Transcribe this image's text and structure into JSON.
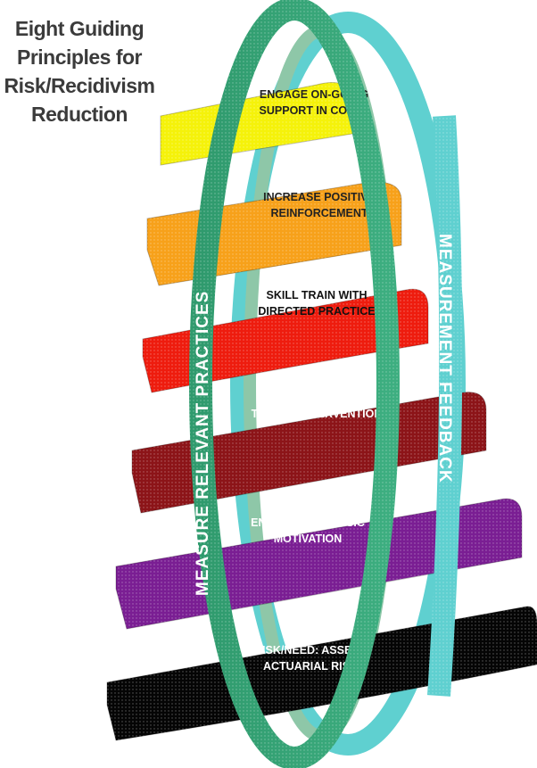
{
  "title": {
    "line1": "Eight Guiding",
    "line2": "Principles for",
    "line3": "Risk/Recidivism",
    "line4": "Reduction"
  },
  "ring_labels": {
    "left": "MEASURE RELEVANT PRACTICES",
    "right": "MEASUREMENT FEEDBACK"
  },
  "bands": [
    {
      "line1": "ENGAGE ON-GOING",
      "line2": "SUPPORT IN COMM.",
      "color": "#f5f20a",
      "text_color": "#222222"
    },
    {
      "line1": "INCREASE POSITIVE",
      "line2": "REINFORCEMENT",
      "color": "#f7a11a",
      "text_color": "#222222"
    },
    {
      "line1": "SKILL TRAIN WITH",
      "line2": "DIRECTED PRACTICE",
      "color": "#ee1c0e",
      "text_color": "#111111"
    },
    {
      "line1": "TARGET INTERVENTION",
      "line2": "",
      "color": "#8c1418",
      "text_color": "#ffffff"
    },
    {
      "line1": "ENHANCE INTRINSIC",
      "line2": "MOTIVATION",
      "color": "#7a1e93",
      "text_color": "#ffffff"
    },
    {
      "line1": "RISK/NEED: ASSESS",
      "line2": "ACTUARIAL RISK",
      "color": "#050505",
      "text_color": "#ffffff"
    }
  ],
  "colors": {
    "ring_outer": "#2e9a6e",
    "ring_inner": "#5fd0d0",
    "ring_mid": "#8ec7a8"
  }
}
